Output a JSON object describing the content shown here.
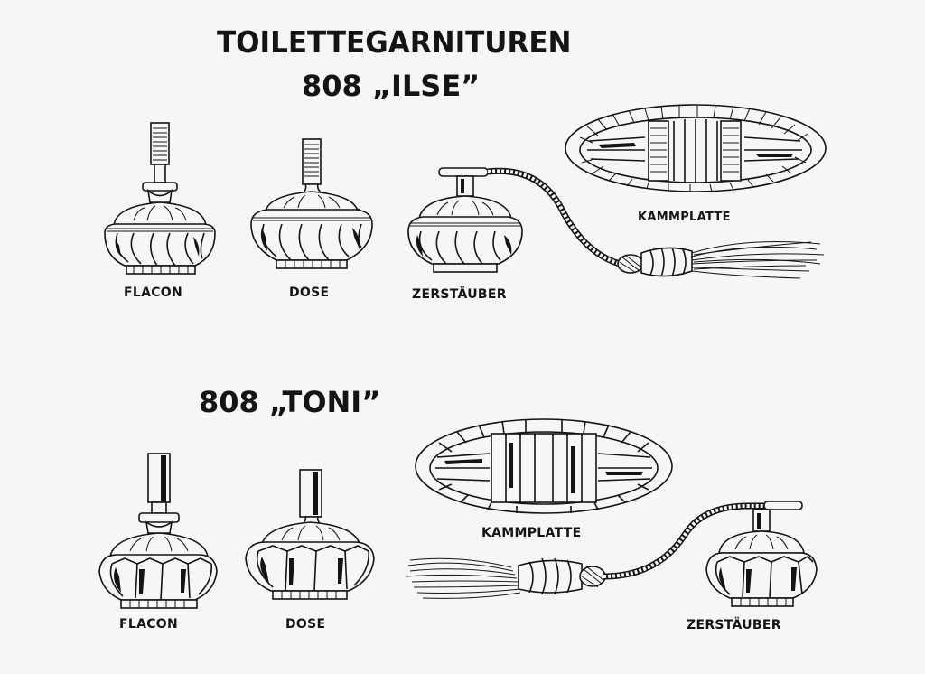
{
  "page": {
    "title": "TOILETTEGARNITUREN",
    "background_color": "#f6f6f5",
    "ink_color": "#141414"
  },
  "sets": [
    {
      "heading": "808 „ILSE”",
      "items": [
        {
          "label": "FLACON",
          "icon": "perfume-bottle-icon"
        },
        {
          "label": "DOSE",
          "icon": "powder-jar-icon"
        },
        {
          "label": "ZERSTÄUBER",
          "icon": "atomizer-icon"
        },
        {
          "label": "KAMMPLATTE",
          "icon": "comb-tray-icon"
        }
      ]
    },
    {
      "heading": "808 „TONI”",
      "items": [
        {
          "label": "FLACON",
          "icon": "perfume-bottle-icon"
        },
        {
          "label": "DOSE",
          "icon": "powder-jar-icon"
        },
        {
          "label": "KAMMPLATTE",
          "icon": "comb-tray-icon"
        },
        {
          "label": "ZERSTÄUBER",
          "icon": "atomizer-icon"
        }
      ]
    }
  ]
}
